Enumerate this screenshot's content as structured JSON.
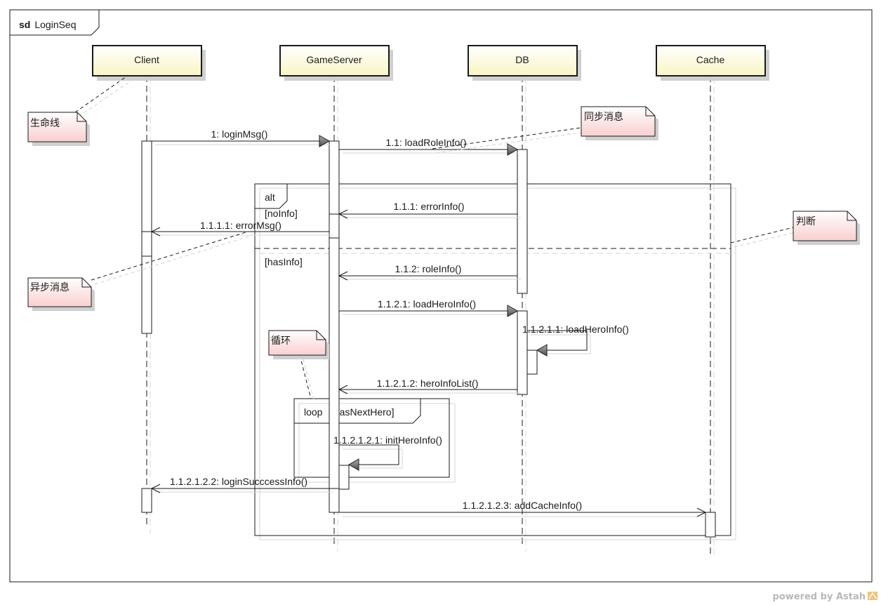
{
  "diagram": {
    "kind_label": "sd",
    "name": "LoginSeq",
    "watermark": "powered by Astah"
  },
  "lifelines": [
    {
      "id": "client",
      "label": "Client"
    },
    {
      "id": "gameserver",
      "label": "GameServer"
    },
    {
      "id": "db",
      "label": "DB"
    },
    {
      "id": "cache",
      "label": "Cache"
    }
  ],
  "messages": [
    {
      "id": "m1",
      "label": "1: loginMsg()",
      "kind": "sync"
    },
    {
      "id": "m1_1",
      "label": "1.1: loadRoleInfo()",
      "kind": "sync"
    },
    {
      "id": "m1_1_1",
      "label": "1.1.1: errorInfo()",
      "kind": "return"
    },
    {
      "id": "m1_1_1_1",
      "label": "1.1.1.1: errorMsg()",
      "kind": "async"
    },
    {
      "id": "m1_1_2",
      "label": "1.1.2: roleInfo()",
      "kind": "return"
    },
    {
      "id": "m1_1_2_1",
      "label": "1.1.2.1: loadHeroInfo()",
      "kind": "sync"
    },
    {
      "id": "m1_1_2_1_1",
      "label": "1.1.2.1.1: loadHeroInfo()",
      "kind": "self-sync"
    },
    {
      "id": "m1_1_2_1_2",
      "label": "1.1.2.1.2: heroInfoList()",
      "kind": "return"
    },
    {
      "id": "m1_1_2_1_2_1",
      "label": "1.1.2.1.2.1: initHeroInfo()",
      "kind": "self-sync"
    },
    {
      "id": "m1_1_2_1_2_2",
      "label": "1.1.2.1.2.2: loginSucccessInfo()",
      "kind": "async"
    },
    {
      "id": "m1_1_2_1_2_3",
      "label": "1.1.2.1.2.3: addCacheInfo()",
      "kind": "async"
    }
  ],
  "fragments": {
    "alt": {
      "operator": "alt",
      "guards": [
        "[noInfo]",
        "[hasInfo]"
      ]
    },
    "loop": {
      "operator": "loop",
      "guard": "[hasNextHero]"
    }
  },
  "notes": [
    {
      "id": "lifeline-note",
      "text": "生命线"
    },
    {
      "id": "sync-note",
      "text": "同步消息"
    },
    {
      "id": "judge-note",
      "text": "判断"
    },
    {
      "id": "async-note",
      "text": "异步消息"
    },
    {
      "id": "loop-note",
      "text": "循环"
    }
  ],
  "colors": {
    "lifeline_fill": "#fdfbd8",
    "note_fill": "#fbdede",
    "line": "#1a1a1a",
    "shadow": "#c8c8c8",
    "arrow_fill": "#7a7a7a"
  }
}
